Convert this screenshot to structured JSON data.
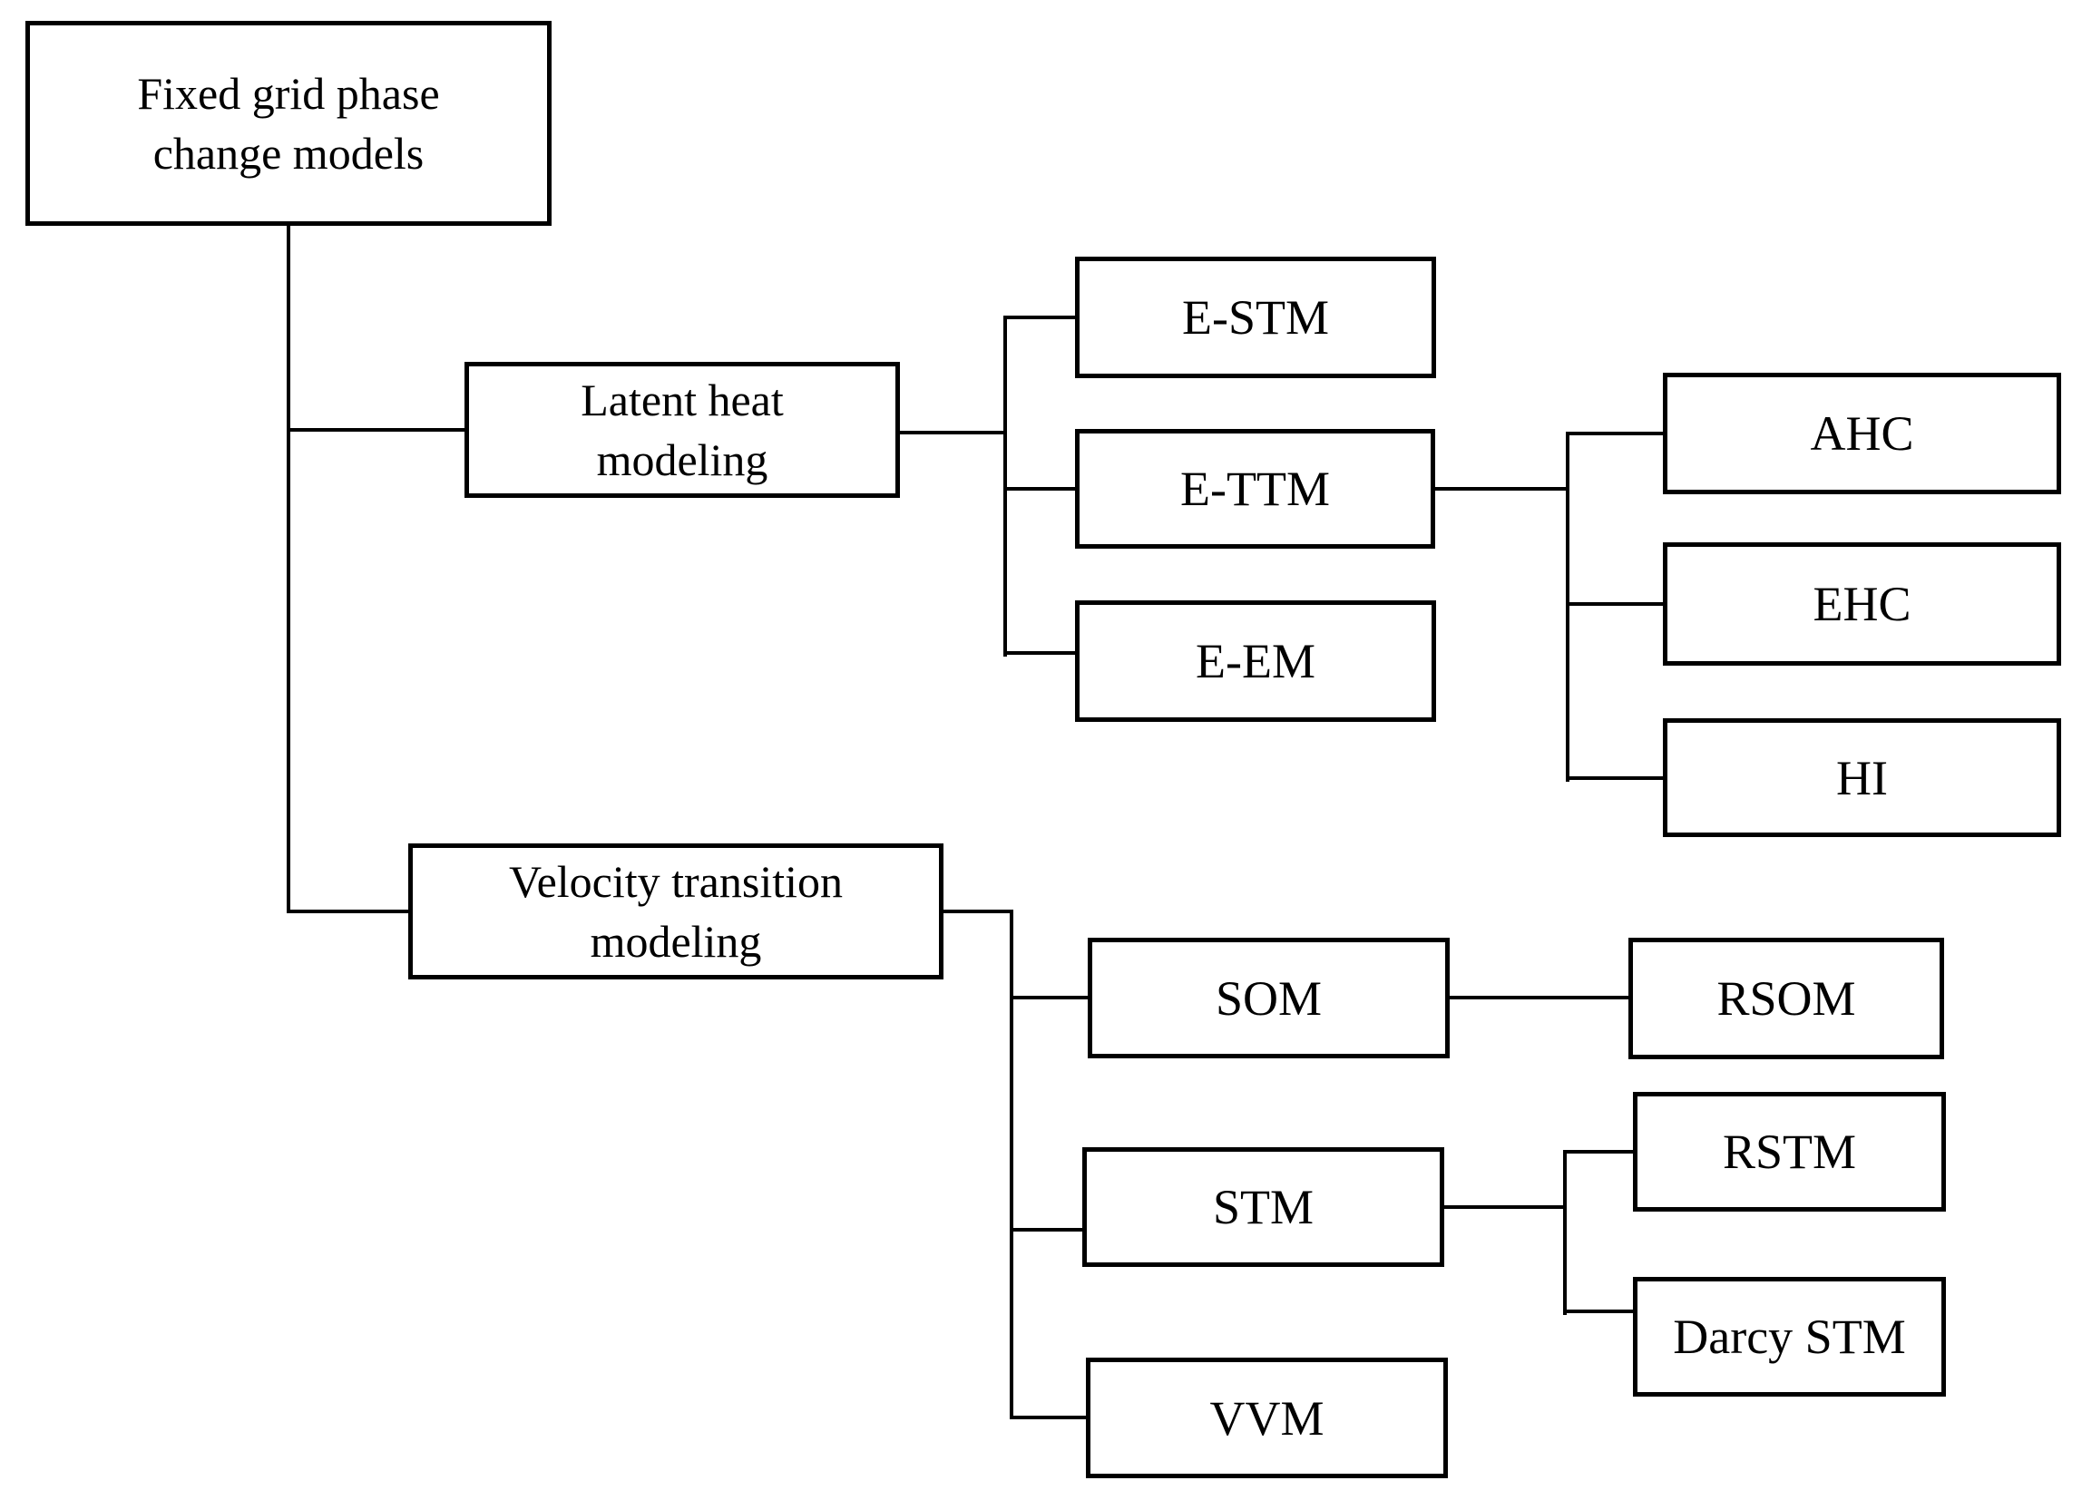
{
  "diagram": {
    "type": "tree",
    "orientation": "left-to-right",
    "colors": {
      "background": "#ffffff",
      "box_fill": "#ffffff",
      "box_border": "#000000",
      "line": "#000000",
      "text": "#000000"
    },
    "nodes": {
      "root": {
        "label": "Fixed grid phase change models",
        "lines": [
          "Fixed grid phase",
          "change models"
        ]
      },
      "latent": {
        "label": "Latent heat modeling",
        "lines": [
          "Latent heat",
          "modeling"
        ]
      },
      "velocity": {
        "label": "Velocity transition modeling",
        "lines": [
          "Velocity transition",
          "modeling"
        ]
      },
      "estm": {
        "label": "E-STM",
        "lines": [
          "E-STM"
        ]
      },
      "ettm": {
        "label": "E-TTM",
        "lines": [
          "E-TTM"
        ]
      },
      "eem": {
        "label": "E-EM",
        "lines": [
          "E-EM"
        ]
      },
      "ahc": {
        "label": "AHC",
        "lines": [
          "AHC"
        ]
      },
      "ehc": {
        "label": "EHC",
        "lines": [
          "EHC"
        ]
      },
      "hi": {
        "label": "HI",
        "lines": [
          "HI"
        ]
      },
      "som": {
        "label": "SOM",
        "lines": [
          "SOM"
        ]
      },
      "rsom": {
        "label": "RSOM",
        "lines": [
          "RSOM"
        ]
      },
      "stm": {
        "label": "STM",
        "lines": [
          "STM"
        ]
      },
      "rstm": {
        "label": "RSTM",
        "lines": [
          "RSTM"
        ]
      },
      "darcy": {
        "label": "Darcy STM",
        "lines": [
          "Darcy STM"
        ]
      },
      "vvm": {
        "label": "VVM",
        "lines": [
          "VVM"
        ]
      }
    },
    "edges": [
      {
        "from": "root",
        "to": "latent"
      },
      {
        "from": "root",
        "to": "velocity"
      },
      {
        "from": "latent",
        "to": "estm"
      },
      {
        "from": "latent",
        "to": "ettm"
      },
      {
        "from": "latent",
        "to": "eem"
      },
      {
        "from": "ettm",
        "to": "ahc"
      },
      {
        "from": "ettm",
        "to": "ehc"
      },
      {
        "from": "ettm",
        "to": "hi"
      },
      {
        "from": "velocity",
        "to": "som"
      },
      {
        "from": "velocity",
        "to": "stm"
      },
      {
        "from": "velocity",
        "to": "vvm"
      },
      {
        "from": "som",
        "to": "rsom"
      },
      {
        "from": "stm",
        "to": "rstm"
      },
      {
        "from": "stm",
        "to": "darcy"
      }
    ]
  }
}
